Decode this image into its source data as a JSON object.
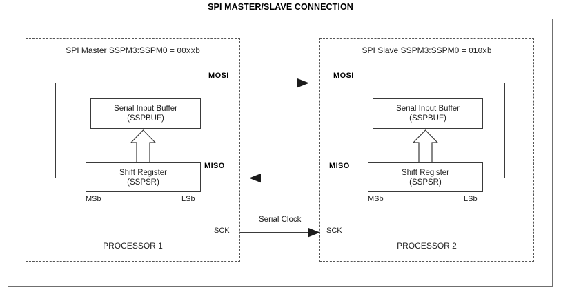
{
  "title": "SPI MASTER/SLAVE CONNECTION",
  "processors": {
    "left": {
      "header_prefix": "SPI Master SSPM3:SSPM0 = ",
      "header_value": "00xxb",
      "name": "PROCESSOR 1",
      "serial_input_buffer": {
        "line1": "Serial Input Buffer",
        "line2": "(SSPBUF)"
      },
      "shift_register": {
        "line1": "Shift Register",
        "line2": "(SSPSR)"
      },
      "msb_label": "MSb",
      "lsb_label": "LSb",
      "mosi_label": "MOSI",
      "miso_label": "MISO",
      "sck_label": "SCK"
    },
    "right": {
      "header_prefix": "SPI Slave SSPM3:SSPM0 = ",
      "header_value": "010xb",
      "name": "PROCESSOR 2",
      "serial_input_buffer": {
        "line1": "Serial Input Buffer",
        "line2": "(SSPBUF)"
      },
      "shift_register": {
        "line1": "Shift Register",
        "line2": "(SSPSR)"
      },
      "msb_label": "MSb",
      "lsb_label": "LSb",
      "mosi_label": "MOSI",
      "miso_label": "MISO",
      "sck_label": "SCK"
    }
  },
  "signals": {
    "mosi": {
      "label": "MOSI",
      "direction": "master-to-slave"
    },
    "miso": {
      "label": "MISO",
      "direction": "slave-to-master"
    },
    "sck": {
      "label": "SCK",
      "bus_label": "Serial Clock",
      "direction": "master-to-slave"
    }
  },
  "colors": {
    "frame": "#6f6f6f",
    "dashed_border": "#555555",
    "wire": "#3a3a3a",
    "text": "#222222",
    "background": "#ffffff"
  }
}
